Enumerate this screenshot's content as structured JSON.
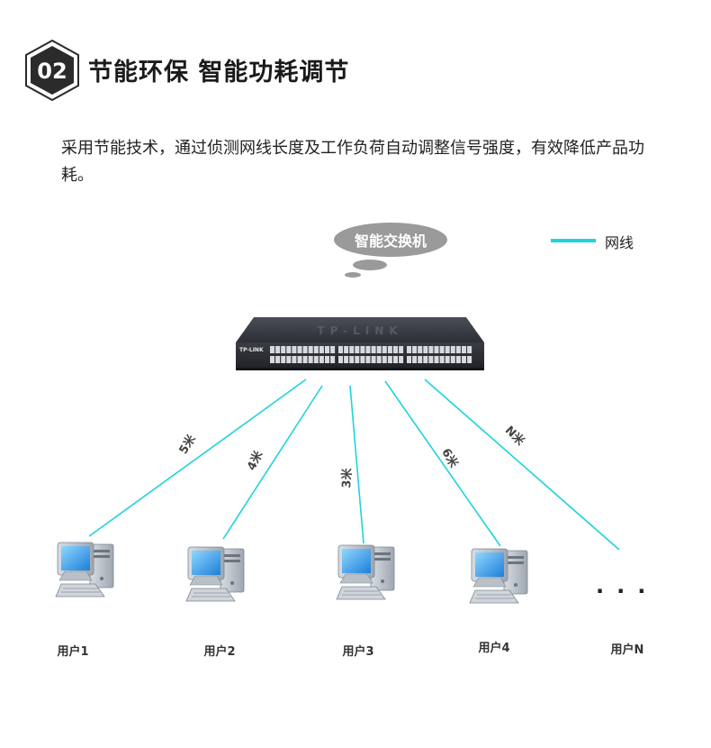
{
  "header": {
    "badge_number": "02",
    "title": "节能环保 智能功耗调节"
  },
  "description": "采用节能技术，通过侦测网线长度及工作负荷自动调整信号强度，有效降低产品功耗。",
  "diagram": {
    "bubble_label": "智能交换机",
    "legend": {
      "label": "网线",
      "color": "#1ed4dc"
    },
    "switch_brand": "TP-LINK",
    "links": [
      {
        "distance": "5米",
        "user": "用户1"
      },
      {
        "distance": "4米",
        "user": "用户2"
      },
      {
        "distance": "3米",
        "user": "用户3"
      },
      {
        "distance": "6米",
        "user": "用户4"
      },
      {
        "distance": "N米",
        "user": "用户N"
      }
    ],
    "ellipsis": "···"
  }
}
